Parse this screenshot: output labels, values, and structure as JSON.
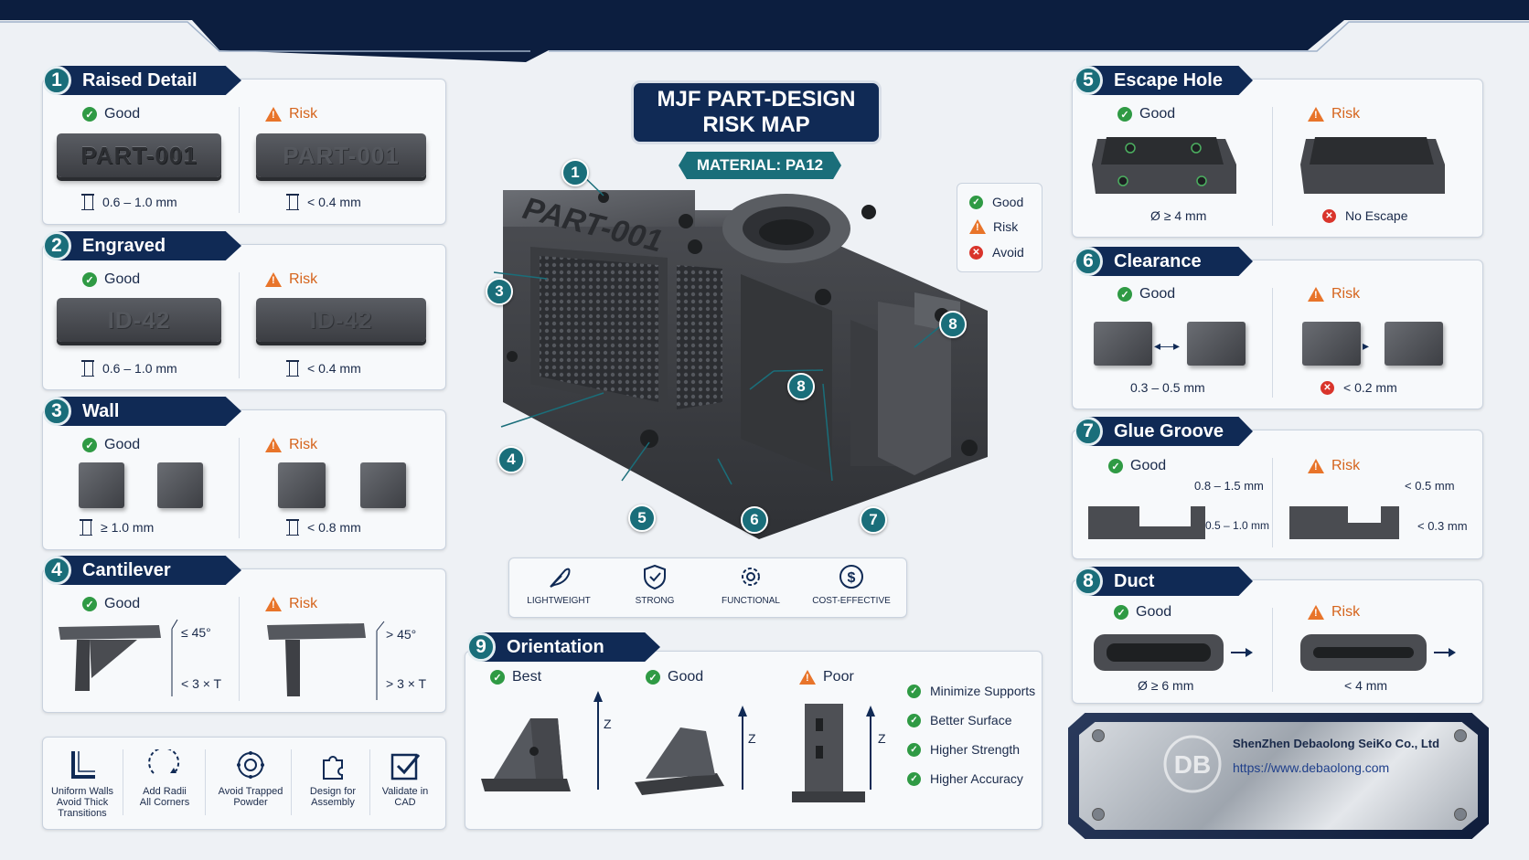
{
  "title": {
    "line1": "MJF PART-DESIGN",
    "line2": "RISK MAP"
  },
  "material": "MATERIAL: PA12",
  "legend": {
    "good": "Good",
    "risk": "Risk",
    "avoid": "Avoid"
  },
  "status": {
    "good": "Good",
    "risk": "Risk",
    "best": "Best",
    "poor": "Poor"
  },
  "sections": {
    "s1": {
      "num": "1",
      "title": "Raised Detail",
      "plate_text": "PART-001",
      "good_dim": "0.6 – 1.0 mm",
      "risk_dim": "< 0.4 mm"
    },
    "s2": {
      "num": "2",
      "title": "Engraved",
      "plate_text": "ID-42",
      "good_dim": "0.6 – 1.0 mm",
      "risk_dim": "< 0.4 mm"
    },
    "s3": {
      "num": "3",
      "title": "Wall",
      "good_dim": "≥ 1.0 mm",
      "risk_dim": "< 0.8 mm"
    },
    "s4": {
      "num": "4",
      "title": "Cantilever",
      "good_angle": "≤ 45°",
      "good_len": "< 3 × T",
      "risk_angle": "> 45°",
      "risk_len": "> 3 × T"
    },
    "s5": {
      "num": "5",
      "title": "Escape Hole",
      "good_dim": "Ø ≥ 4 mm",
      "risk_dim": "No Escape"
    },
    "s6": {
      "num": "6",
      "title": "Clearance",
      "good_dim": "0.3 – 0.5 mm",
      "risk_dim": "< 0.2 mm"
    },
    "s7": {
      "num": "7",
      "title": "Glue Groove",
      "good_w": "0.8 – 1.5 mm",
      "good_d": "0.5 – 1.0 mm",
      "risk_w": "< 0.5 mm",
      "risk_d": "< 0.3 mm"
    },
    "s8": {
      "num": "8",
      "title": "Duct",
      "good_dim": "Ø ≥ 6 mm",
      "risk_dim": "< 4 mm"
    },
    "s9": {
      "num": "9",
      "title": "Orientation",
      "axis": "Z",
      "benefits": [
        "Minimize Supports",
        "Better Surface",
        "Higher Strength",
        "Higher Accuracy"
      ]
    }
  },
  "part_label": "PART-001",
  "callouts": [
    "1",
    "3",
    "4",
    "5",
    "6",
    "7",
    "8",
    "8"
  ],
  "features": [
    {
      "icon": "feather-icon",
      "label": "LIGHTWEIGHT"
    },
    {
      "icon": "shield-icon",
      "label": "STRONG"
    },
    {
      "icon": "gear-icon",
      "label": "FUNCTIONAL"
    },
    {
      "icon": "dollar-icon",
      "label": "COST-EFFECTIVE"
    }
  ],
  "tips": [
    {
      "icon": "l-shape-icon",
      "line1": "Uniform Walls",
      "line2": "Avoid Thick",
      "line3": "Transitions"
    },
    {
      "icon": "radius-icon",
      "line1": "Add Radii",
      "line2": "All Corners",
      "line3": ""
    },
    {
      "icon": "powder-icon",
      "line1": "Avoid Trapped",
      "line2": "Powder",
      "line3": ""
    },
    {
      "icon": "puzzle-icon",
      "line1": "Design for",
      "line2": "Assembly",
      "line3": ""
    },
    {
      "icon": "check-box-icon",
      "line1": "Validate in",
      "line2": "CAD",
      "line3": ""
    }
  ],
  "company": {
    "name": "ShenZhen Debaolong SeiKo Co., Ltd",
    "url": "https://www.debaolong.com"
  },
  "colors": {
    "navy": "#102a55",
    "teal": "#1a6e7a",
    "good": "#2f9a44",
    "risk": "#e8742a",
    "avoid": "#d9342b"
  }
}
